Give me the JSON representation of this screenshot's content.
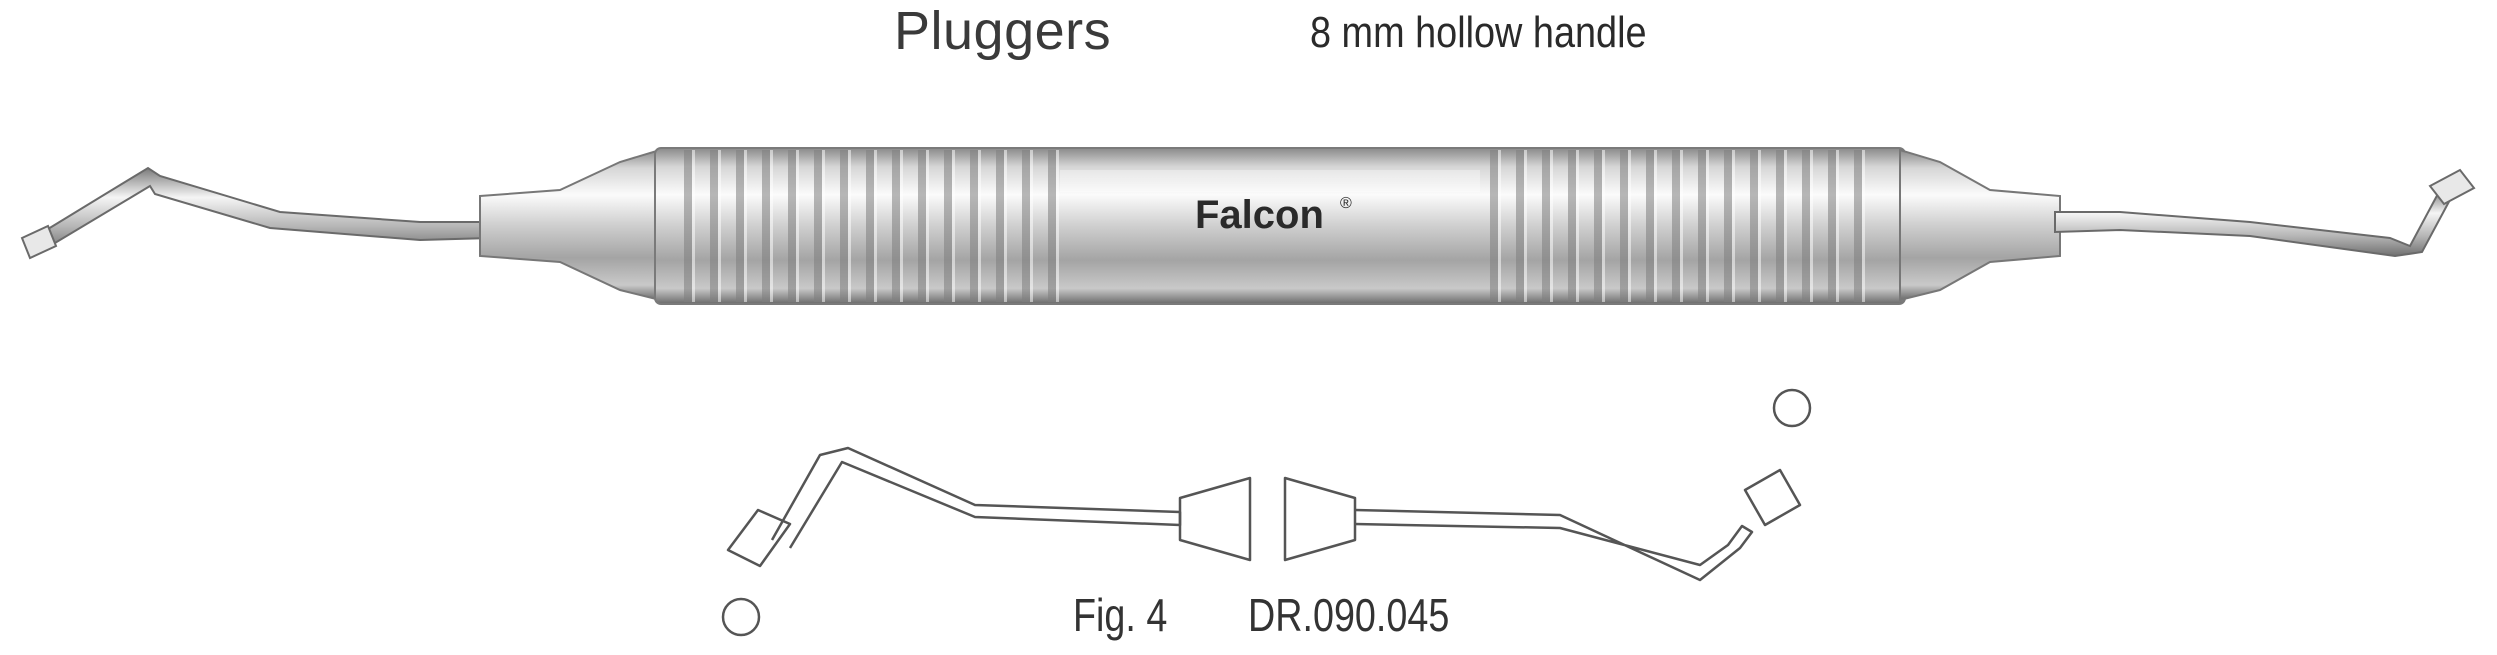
{
  "header": {
    "title": "Pluggers",
    "subtitle": "8 mm hollow handle"
  },
  "instrument": {
    "brand": "Falcon",
    "trademark": "®",
    "icon": "dental-plugger-photo"
  },
  "figure": {
    "label": "Fig. 4",
    "code": "DR.090.045",
    "icon": "plugger-tip-diagram"
  },
  "colors": {
    "metal_light": "#f2f2f2",
    "metal_mid": "#bdbdbd",
    "metal_dark": "#6e6e6e",
    "line": "#555555"
  }
}
